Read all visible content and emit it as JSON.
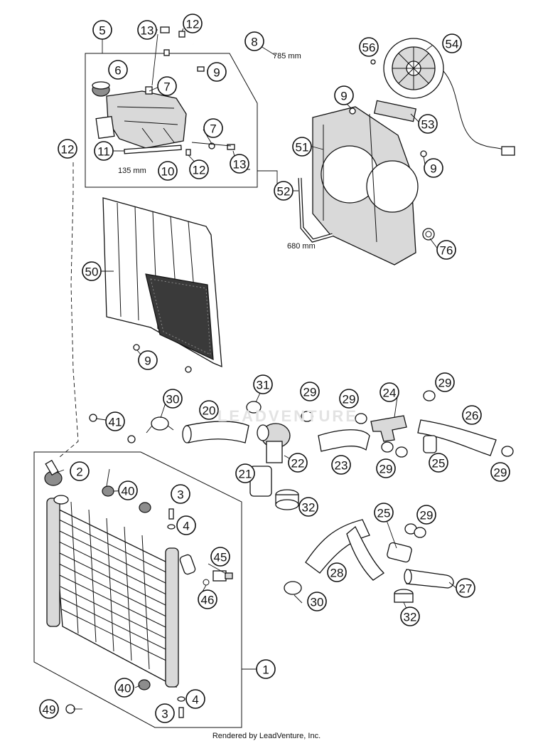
{
  "callouts": [
    {
      "label": "5"
    },
    {
      "label": "13"
    },
    {
      "label": "12"
    },
    {
      "label": "8"
    },
    {
      "label": "56"
    },
    {
      "label": "54"
    },
    {
      "label": "6"
    },
    {
      "label": "7"
    },
    {
      "label": "9"
    },
    {
      "label": "7"
    },
    {
      "label": "11"
    },
    {
      "label": "10"
    },
    {
      "label": "12"
    },
    {
      "label": "13"
    },
    {
      "label": "12"
    },
    {
      "label": "9"
    },
    {
      "label": "53"
    },
    {
      "label": "51"
    },
    {
      "label": "9"
    },
    {
      "label": "52"
    },
    {
      "label": "76"
    },
    {
      "label": "50"
    },
    {
      "label": "9"
    },
    {
      "label": "31"
    },
    {
      "label": "30"
    },
    {
      "label": "20"
    },
    {
      "label": "29"
    },
    {
      "label": "29"
    },
    {
      "label": "24"
    },
    {
      "label": "29"
    },
    {
      "label": "26"
    },
    {
      "label": "41"
    },
    {
      "label": "22"
    },
    {
      "label": "23"
    },
    {
      "label": "29"
    },
    {
      "label": "25"
    },
    {
      "label": "29"
    },
    {
      "label": "21"
    },
    {
      "label": "32"
    },
    {
      "label": "2"
    },
    {
      "label": "40"
    },
    {
      "label": "3"
    },
    {
      "label": "4"
    },
    {
      "label": "45"
    },
    {
      "label": "46"
    },
    {
      "label": "25"
    },
    {
      "label": "29"
    },
    {
      "label": "28"
    },
    {
      "label": "27"
    },
    {
      "label": "30"
    },
    {
      "label": "32"
    },
    {
      "label": "1"
    },
    {
      "label": "40"
    },
    {
      "label": "4"
    },
    {
      "label": "49"
    },
    {
      "label": "3"
    }
  ],
  "dimensions": {
    "hose_785": "785 mm",
    "hose_135": "135 mm",
    "hose_680": "680 mm"
  },
  "watermark": "LEADVENTURE",
  "footer": "Rendered by LeadVenture, Inc."
}
